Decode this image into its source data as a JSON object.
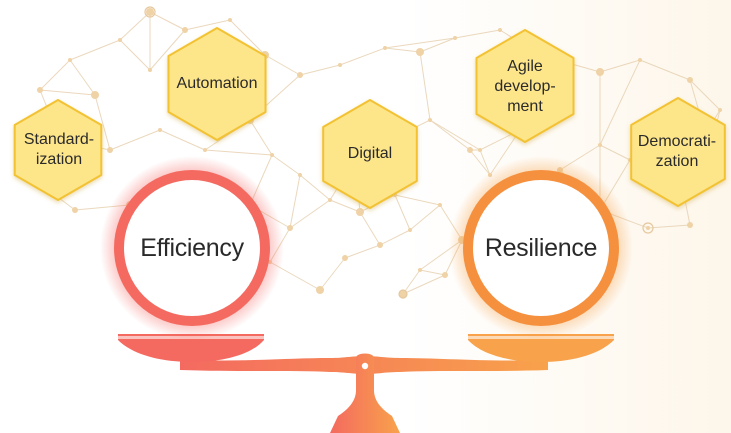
{
  "diagram": {
    "hexagons": [
      {
        "id": "standardization",
        "label": "Standard-\nization"
      },
      {
        "id": "automation",
        "label": "Automation"
      },
      {
        "id": "digital",
        "label": "Digital"
      },
      {
        "id": "agile",
        "label": "Agile\ndevelop-\nment"
      },
      {
        "id": "democratization",
        "label": "Democrati-\nzation"
      }
    ],
    "circles": {
      "left": {
        "label": "Efficiency"
      },
      "right": {
        "label": "Resilience"
      }
    },
    "colors": {
      "hex_fill": "#fde58a",
      "hex_stroke": "#f2c233",
      "left_ring": "#f2665c",
      "right_ring": "#f5913e",
      "network": "#e8d2b3"
    }
  }
}
